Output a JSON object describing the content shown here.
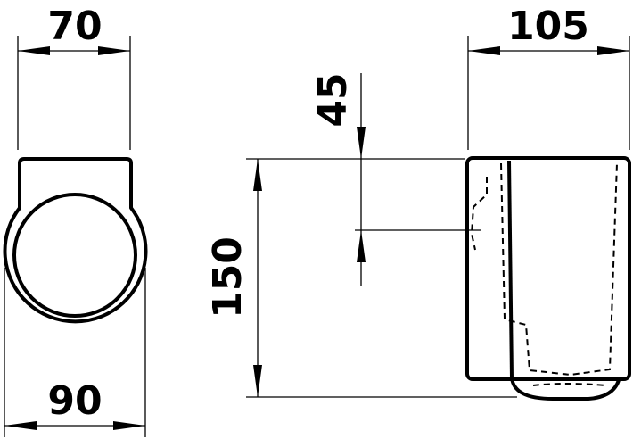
{
  "dimensions": {
    "top_width_front": "70",
    "bottom_width_front": "90",
    "top_width_side": "105",
    "height": "150",
    "offset": "45"
  }
}
